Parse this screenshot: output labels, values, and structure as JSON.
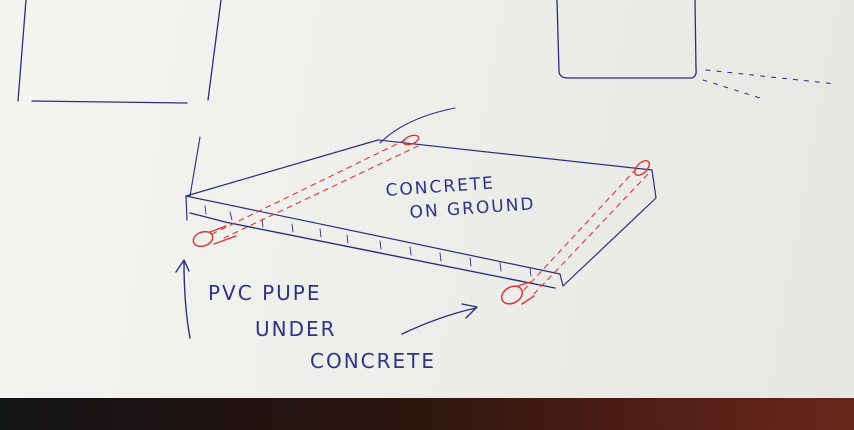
{
  "labels": {
    "slab": [
      "CONCRETE",
      "ON GROUND"
    ],
    "pipe": [
      "PVC PUPE",
      "UNDER",
      "CONCRETE"
    ]
  },
  "colors": {
    "ink": "#2c2f7a",
    "pipe_red": "#d9383a",
    "paper": "#f0f0ec",
    "table": "#5a1f14"
  }
}
